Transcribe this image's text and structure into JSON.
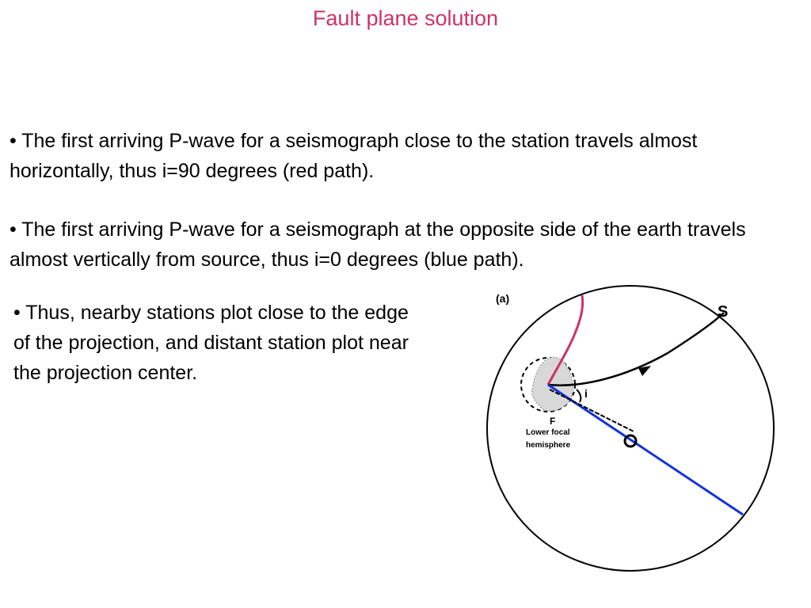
{
  "slide": {
    "title": "Fault plane solution",
    "bullet1": "• The first arriving P-wave for a seismograph close to the station travels almost horizontally, thus i=90 degrees (red path).",
    "bullet2": "• The first arriving P-wave for a seismograph at the opposite side of the earth travels almost vertically from source, thus i=0 degrees (blue path).",
    "bullet3": "• Thus, nearby stations plot close to the edge of the projection, and distant station plot near the projection center."
  },
  "figure": {
    "panel_label": "(a)",
    "station_label": "S",
    "angle_label": "i",
    "focus_label": "F",
    "hemisphere_label_line1": "Lower focal",
    "hemisphere_label_line2": "hemisphere",
    "colors": {
      "red_path": "#cc3366",
      "blue_path": "#1133dd",
      "title": "#cc3366"
    }
  }
}
